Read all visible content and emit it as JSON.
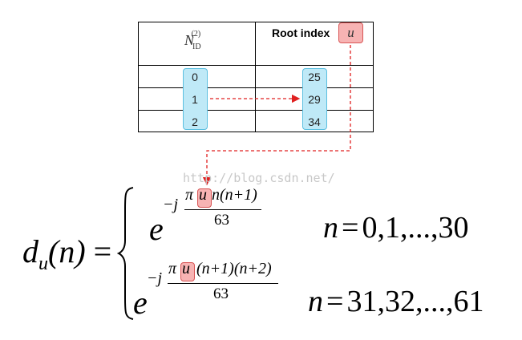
{
  "table": {
    "header_n_symbol": "N",
    "header_n_sub": "ID",
    "header_n_sup": "(2)",
    "header_root_label": "Root index",
    "header_root_var": "u",
    "rows": [
      {
        "nid": "0",
        "root": "25"
      },
      {
        "nid": "1",
        "root": "29"
      },
      {
        "nid": "2",
        "root": "34"
      }
    ]
  },
  "watermark": "http://blog.csdn.net/",
  "formula": {
    "lhs_d": "d",
    "lhs_sub": "u",
    "lhs_arg": "(n)",
    "equals": "=",
    "case1": {
      "base": "e",
      "exp_prefix": "−j",
      "num_pi": "π",
      "num_u": "u",
      "num_rest": "n(n+1)",
      "den": "63",
      "condition_var": "n",
      "condition_eq": "=",
      "condition_range": "0,1,...,30"
    },
    "case2": {
      "base": "e",
      "exp_prefix": "−j",
      "num_pi": "π",
      "num_u": "u",
      "num_rest": "(n+1)(n+2)",
      "den": "63",
      "condition_var": "n",
      "condition_eq": "=",
      "condition_range": "31,32,...,61"
    }
  },
  "colors": {
    "cell_fill": "#bfe9f7",
    "cell_border": "#5bbfe0",
    "highlight_fill": "#f7b3b3",
    "highlight_border": "#d85555",
    "arrow": "#e02020"
  }
}
